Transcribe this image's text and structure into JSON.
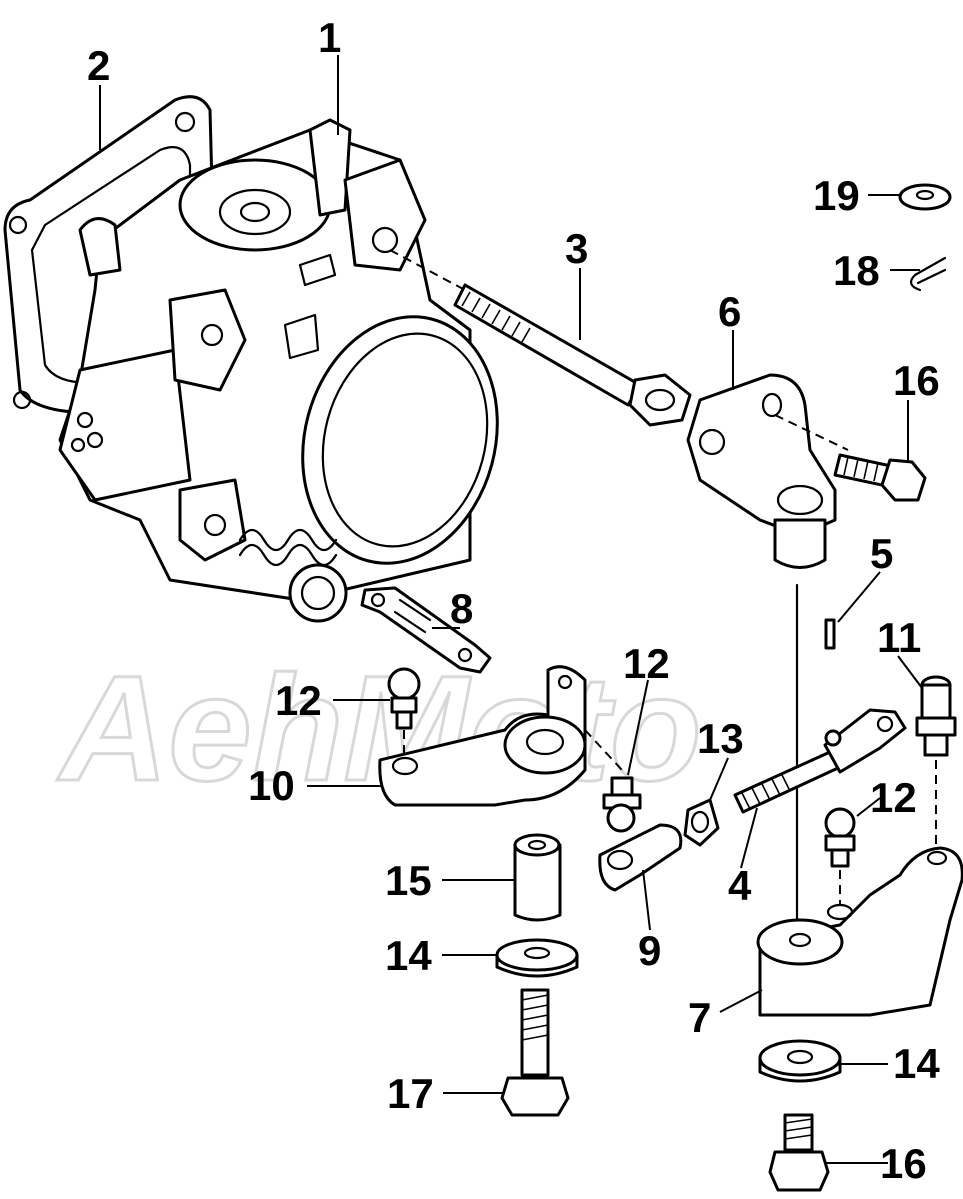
{
  "watermark": "AehMoto",
  "callouts": {
    "c1": "1",
    "c2": "2",
    "c3": "3",
    "c4": "4",
    "c5": "5",
    "c6": "6",
    "c7": "7",
    "c8": "8",
    "c9": "9",
    "c10": "10",
    "c11": "11",
    "c12a": "12",
    "c12b": "12",
    "c12c": "12",
    "c13": "13",
    "c14a": "14",
    "c14b": "14",
    "c15": "15",
    "c16a": "16",
    "c16b": "16",
    "c17": "17",
    "c18": "18",
    "c19": "19"
  }
}
